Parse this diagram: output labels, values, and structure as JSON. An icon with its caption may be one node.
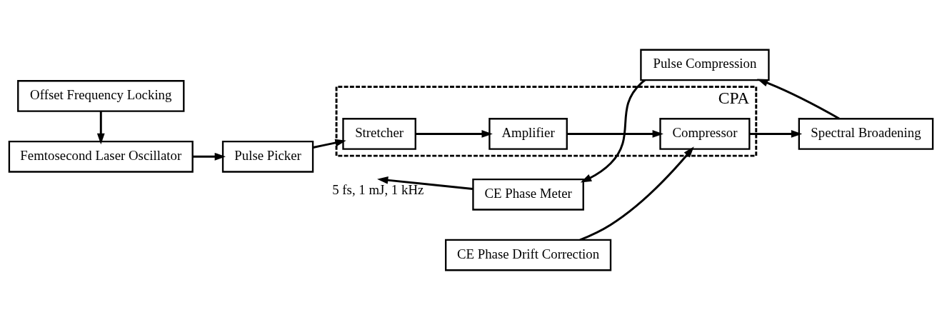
{
  "diagram": {
    "nodes": [
      {
        "text": [
          "Offset Frequency Locking"
        ]
      },
      {
        "text": [
          "Femtosecond Laser Oscillator"
        ]
      },
      {
        "text": [
          "Pulse Picker"
        ]
      },
      {
        "text": [
          "CPA"
        ]
      },
      {
        "text": [
          "Stretcher"
        ],
        "in": 3
      },
      {
        "text": [
          "Amplifier"
        ],
        "in": 3
      },
      {
        "text": [
          "Compressor"
        ],
        "in": 3
      },
      {
        "text": [
          "CE Phase Drift Correction"
        ]
      },
      {
        "text": [
          "Spectral Broadening"
        ]
      },
      {
        "text": [
          "Pulse Compression"
        ]
      },
      {
        "text": [
          "CE Phase Meter"
        ]
      }
    ],
    "edges": [
      {
        "from": 0,
        "to": 1,
        "arrow": "to"
      },
      {
        "from": 1,
        "to": 2,
        "arrow": "to"
      },
      {
        "from": 2,
        "to": 4,
        "arrow": "to"
      },
      {
        "from": 4,
        "to": 5,
        "arrow": "to"
      },
      {
        "from": 5,
        "to": 6,
        "arrow": "to"
      },
      {
        "from": 7,
        "to": 6,
        "arrow": "to"
      },
      {
        "from": 6,
        "to": 8,
        "arrow": "to"
      },
      {
        "from": 8,
        "to": 9,
        "arrow": "to"
      },
      {
        "from": 9,
        "to": 10,
        "arrow": "to"
      },
      {
        "from": 10,
        "to": null,
        "arrow": "to",
        "label": "5 fs, 1 mJ, 1 kHz"
      }
    ]
  }
}
